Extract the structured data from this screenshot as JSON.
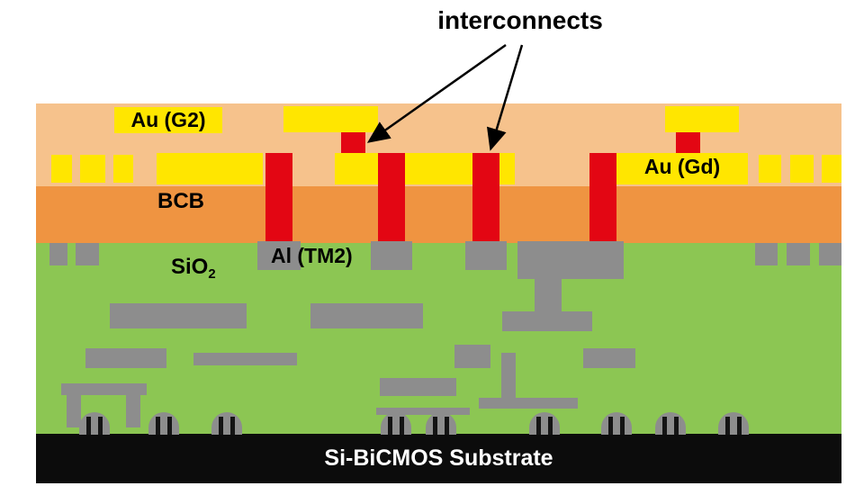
{
  "labels": {
    "interconnects": "interconnects",
    "au_g2": "Au (G2)",
    "bcb": "BCB",
    "au_gd": "Au (Gd)",
    "sio2_base": "SiO",
    "sio2_sub": "2",
    "al_tm2": "Al (TM2)",
    "substrate": "Si-BiCMOS Substrate"
  },
  "palette": {
    "bg": "#FFFFFF",
    "text": "#000000",
    "bcb-light": "#F6C28C",
    "bcb-dark": "#EF9441",
    "sio2-green": "#8CC653",
    "au-yellow": "#FFE600",
    "via-red": "#E30613",
    "metal-gray": "#8D8D8D",
    "substrate-black": "#0C0C0C",
    "substrate-text": "#FFFFFF"
  }
}
